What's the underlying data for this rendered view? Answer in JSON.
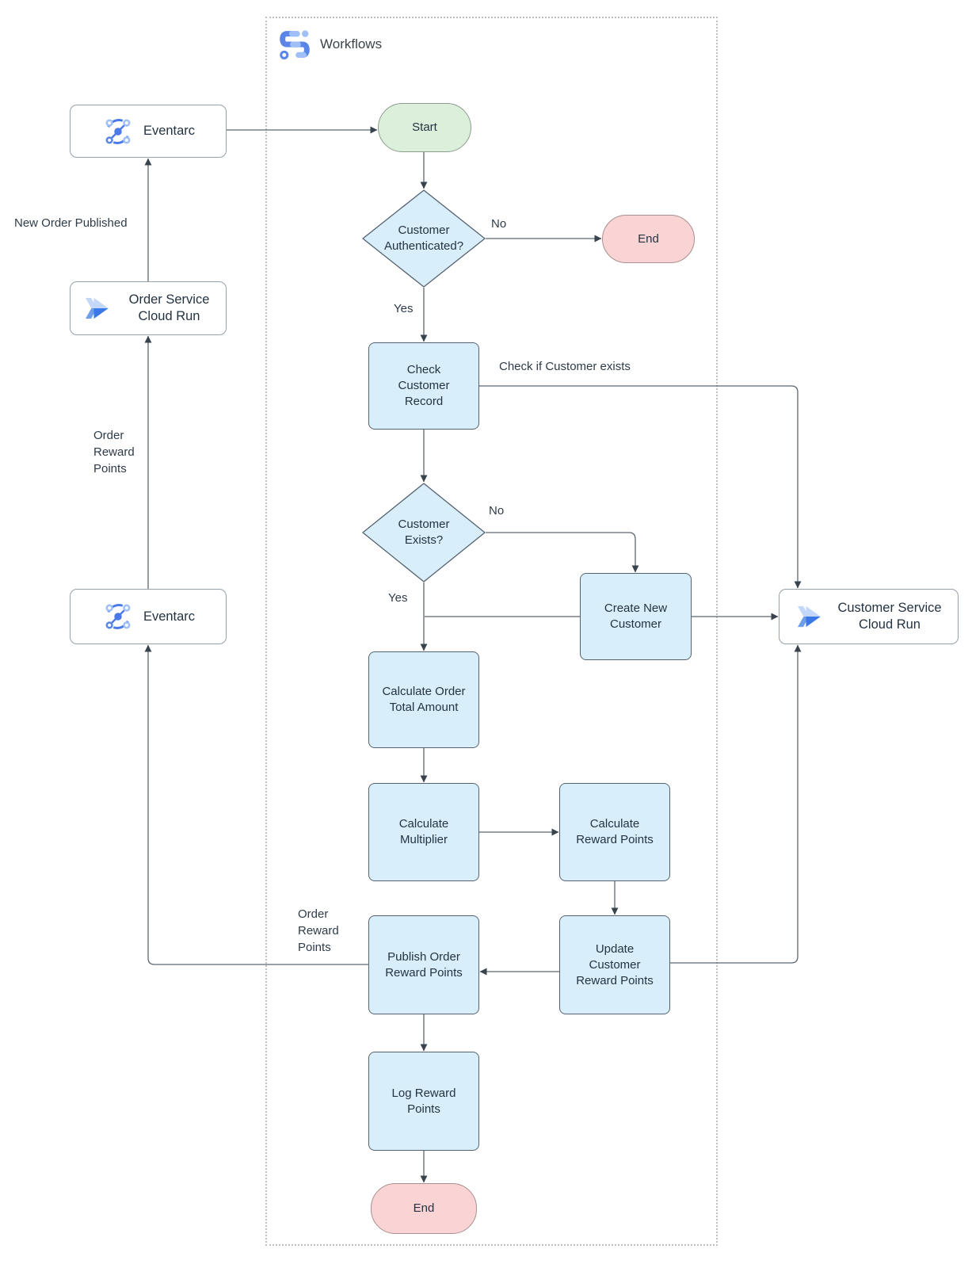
{
  "title": {
    "label": "Workflows"
  },
  "nodes": {
    "eventarc_top": "Eventarc",
    "order_service_cloud_run": "Order Service Cloud Run",
    "eventarc_bottom": "Eventarc",
    "customer_service_cloud_run": "Customer Service Cloud Run",
    "start": "Start",
    "customer_authenticated": "Customer Authenticated?",
    "end_top": "End",
    "check_customer_record": "Check Customer Record",
    "customer_exists": "Customer Exists?",
    "create_new_customer": "Create New Customer",
    "calculate_order_total": "Calculate Order Total Amount",
    "calculate_multiplier": "Calculate Multiplier",
    "calculate_reward_points": "Calculate Reward Points",
    "publish_order_reward_points": "Publish Order Reward Points",
    "update_customer_reward_points": "Update Customer Reward Points",
    "log_reward_points": "Log Reward Points",
    "end_bottom": "End"
  },
  "edge_labels": {
    "auth_no": "No",
    "auth_yes": "Yes",
    "check_if_customer_exists": "Check if Customer exists",
    "exists_no": "No",
    "exists_yes": "Yes",
    "new_order_published": "New Order Published",
    "order_reward_points_left": "Order Reward Points",
    "order_reward_points_publish": "Order Reward Points"
  },
  "icons": {
    "workflows": "workflows-icon",
    "eventarc": "eventarc-icon",
    "cloud_run": "cloud-run-icon"
  },
  "colors": {
    "process_fill": "#d8eefa",
    "process_stroke": "#55626f",
    "start_fill": "#dcefdb",
    "end_fill": "#fad4d4",
    "connector": "#5c6670",
    "arrowhead": "#39434d",
    "container_border": "#c0c0c0",
    "google_blue": "#4b79e8",
    "light_blue": "#9fc0f7",
    "cloud_run_dark": "#3b78e7",
    "cloud_run_mid": "#6d9eeb",
    "cloud_run_light": "#c3d7fa"
  }
}
